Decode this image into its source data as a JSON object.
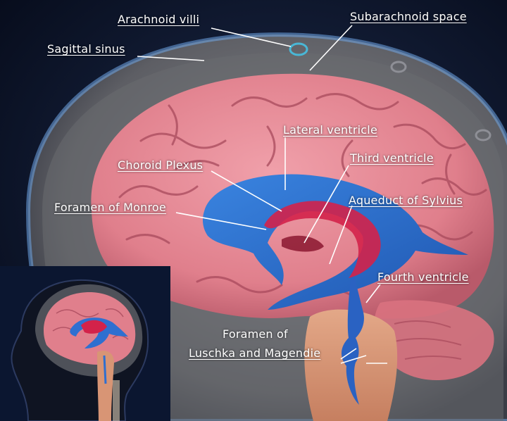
{
  "labels": {
    "arachnoid_villi": "Arachnoid villi",
    "subarachnoid_space": "Subarachnoid space",
    "sagittal_sinus": "Sagittal sinus",
    "lateral_ventricle": "Lateral ventricle",
    "third_ventricle": "Third ventricle",
    "choroid_plexus": "Choroid Plexus",
    "foramen_of_monroe": "Foramen of Monroe",
    "aqueduct_of_sylvius": "Aqueduct of Sylvius",
    "fourth_ventricle": "Fourth ventricle",
    "foramen_of_line1": "Foramen of",
    "foramen_of_line2": "Luschka and Magendie"
  },
  "colors": {
    "background": "#0a1328",
    "brain": "#e07f8c",
    "ventricle": "#2f6fd0",
    "choroid": "#d3224a",
    "skull": "#5f6066",
    "stem": "#d89575"
  }
}
